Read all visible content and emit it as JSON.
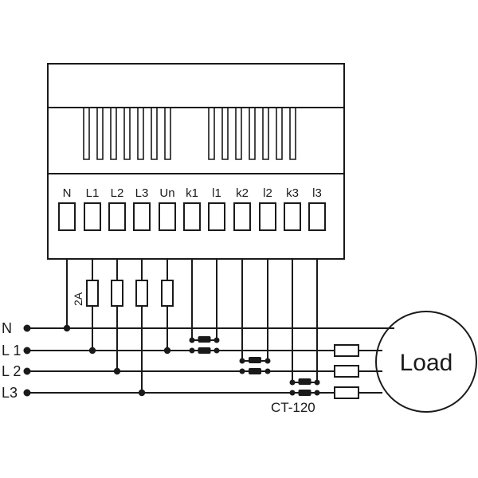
{
  "terminals": [
    "N",
    "L1",
    "L2",
    "L3",
    "Un",
    "k1",
    "l1",
    "k2",
    "l2",
    "k3",
    "l3"
  ],
  "lines": [
    "N",
    "L 1",
    "L 2",
    "L3"
  ],
  "fuse_rating": "2A",
  "ct_model": "CT-120",
  "load_label": "Load"
}
